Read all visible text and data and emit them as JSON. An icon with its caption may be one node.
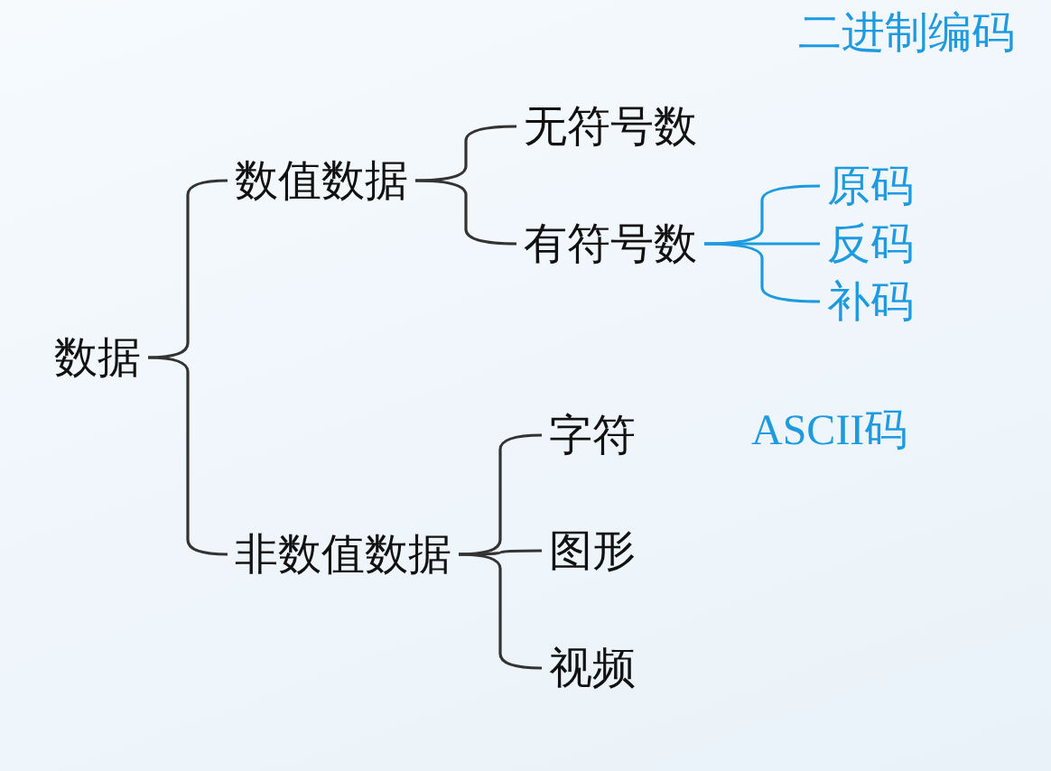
{
  "diagram": {
    "nodes": [
      {
        "text": [
          "数据"
        ]
      },
      {
        "text": [
          "数值数据"
        ]
      },
      {
        "text": [
          "非数值数据"
        ]
      },
      {
        "text": [
          "无符号数"
        ]
      },
      {
        "text": [
          "有符号数"
        ]
      },
      {
        "text": [
          "原码"
        ]
      },
      {
        "text": [
          "反码"
        ]
      },
      {
        "text": [
          "补码"
        ]
      },
      {
        "text": [
          "字符"
        ]
      },
      {
        "text": [
          "图形"
        ]
      },
      {
        "text": [
          "视频"
        ]
      }
    ],
    "edges": [
      {
        "from": 0,
        "to": 1,
        "arrow": "none"
      },
      {
        "from": 0,
        "to": 2,
        "arrow": "none"
      },
      {
        "from": 1,
        "to": 3,
        "arrow": "none"
      },
      {
        "from": 1,
        "to": 4,
        "arrow": "none"
      },
      {
        "from": 4,
        "to": 5,
        "arrow": "none",
        "color": "#1e9be0"
      },
      {
        "from": 4,
        "to": 6,
        "arrow": "none",
        "color": "#1e9be0"
      },
      {
        "from": 4,
        "to": 7,
        "arrow": "none",
        "color": "#1e9be0"
      },
      {
        "from": 2,
        "to": 8,
        "arrow": "none"
      },
      {
        "from": 2,
        "to": 9,
        "arrow": "none"
      },
      {
        "from": 2,
        "to": 10,
        "arrow": "none"
      }
    ],
    "labels": [
      "二进制编码",
      "ASCII码"
    ]
  }
}
